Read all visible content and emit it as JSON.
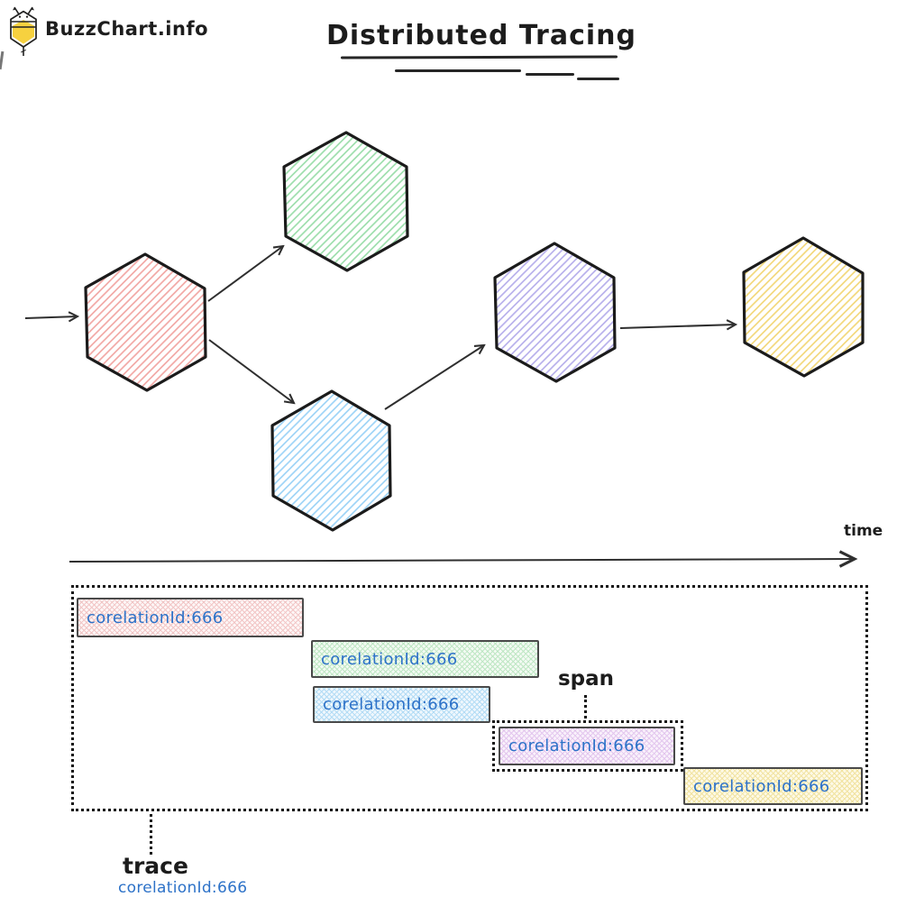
{
  "logo": {
    "text": "BuzzChart.info",
    "accent_color": "#f6d13f"
  },
  "title": {
    "text": "Distributed Tracing"
  },
  "diagram": {
    "description": "five hexagon service nodes connected by arrows",
    "nodes": [
      {
        "name": "node-red",
        "hatch_color": "#f2aaa7"
      },
      {
        "name": "node-green",
        "hatch_color": "#9fdfae"
      },
      {
        "name": "node-blue",
        "hatch_color": "#a0d5f7"
      },
      {
        "name": "node-indigo",
        "hatch_color": "#b9b2ec"
      },
      {
        "name": "node-yellow",
        "hatch_color": "#f3d97e"
      }
    ]
  },
  "timeline": {
    "axis_label": "time",
    "span_annotation": "span",
    "trace_label": "trace",
    "trace_correlation_id": "corelationId:666",
    "id_text_color": "#2d72c8",
    "spans": [
      {
        "label": "corelationId:666",
        "fill": "#fdf6f6",
        "hatch": "#f2c6c6"
      },
      {
        "label": "corelationId:666",
        "fill": "#f3faf3",
        "hatch": "#bfe7c4"
      },
      {
        "label": "corelationId:666",
        "fill": "#eff7fd",
        "hatch": "#b3dcf5"
      },
      {
        "label": "corelationId:666",
        "fill": "#f9f1fb",
        "hatch": "#e3c6ee"
      },
      {
        "label": "corelationId:666",
        "fill": "#fdf9e6",
        "hatch": "#f1e3a0"
      }
    ]
  }
}
